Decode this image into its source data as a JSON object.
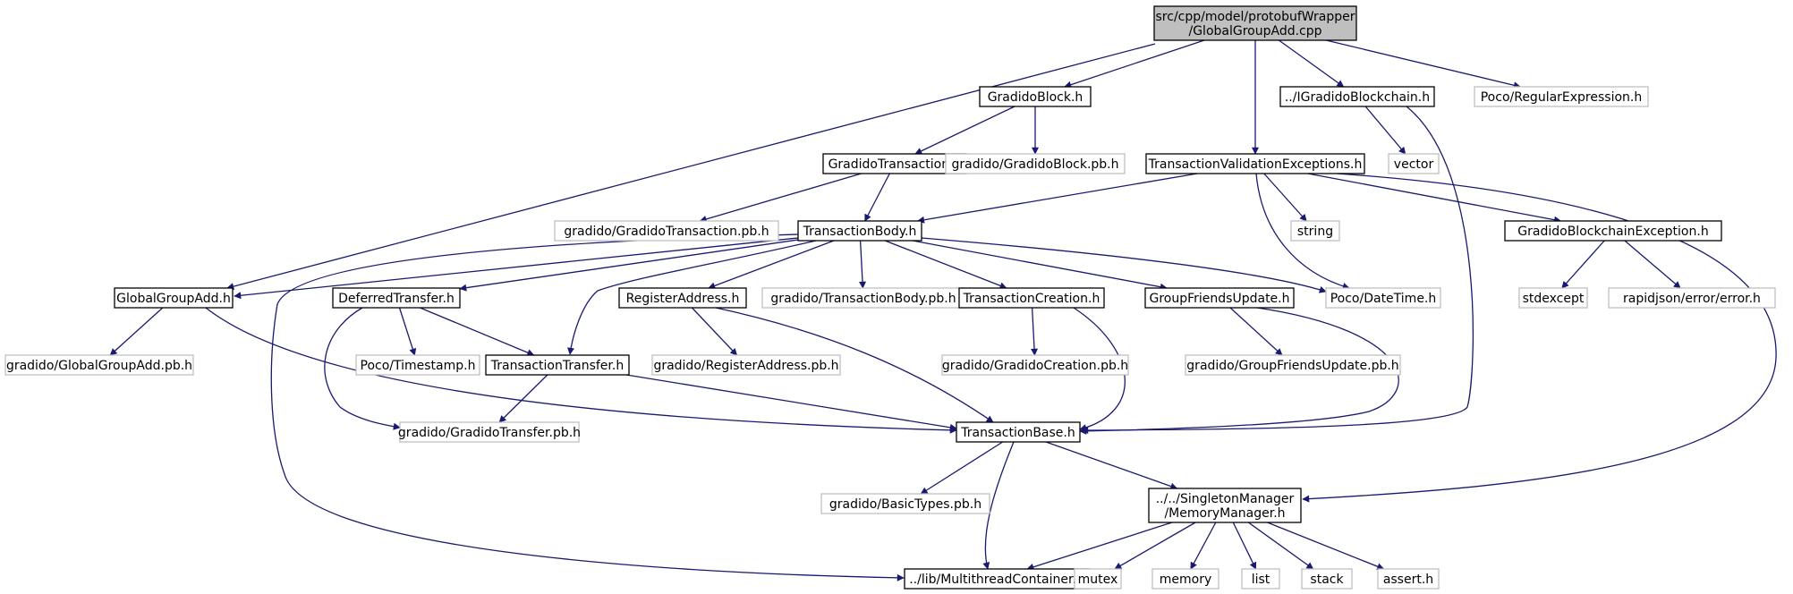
{
  "diagram": {
    "type": "include-dependency-graph",
    "colors": {
      "edge": "#191970",
      "root_fill": "#bfbfbf",
      "project_border": "#000000",
      "external_border": "#bfbfbf",
      "background": "#ffffff"
    },
    "nodes": [
      {
        "id": "root",
        "lines": [
          "src/cpp/model/protobufWrapper",
          "/GlobalGroupAdd.cpp"
        ],
        "kind": "root"
      },
      {
        "id": "gradido-block-h",
        "lines": [
          "GradidoBlock.h"
        ],
        "kind": "project"
      },
      {
        "id": "tx-validation-exceptions-h",
        "lines": [
          "TransactionValidationExceptions.h"
        ],
        "kind": "project"
      },
      {
        "id": "igradido-blockchain-h",
        "lines": [
          "../IGradidoBlockchain.h"
        ],
        "kind": "project"
      },
      {
        "id": "poco-regex-h",
        "lines": [
          "Poco/RegularExpression.h"
        ],
        "kind": "external"
      },
      {
        "id": "gradido-transaction-h",
        "lines": [
          "GradidoTransaction.h"
        ],
        "kind": "project"
      },
      {
        "id": "gradido-block-pb-h",
        "lines": [
          "gradido/GradidoBlock.pb.h"
        ],
        "kind": "external"
      },
      {
        "id": "vector",
        "lines": [
          "vector"
        ],
        "kind": "external"
      },
      {
        "id": "gradido-transaction-pb-h",
        "lines": [
          "gradido/GradidoTransaction.pb.h"
        ],
        "kind": "external"
      },
      {
        "id": "transaction-body-h",
        "lines": [
          "TransactionBody.h"
        ],
        "kind": "project"
      },
      {
        "id": "string",
        "lines": [
          "string"
        ],
        "kind": "external"
      },
      {
        "id": "gradido-blockchain-exception-h",
        "lines": [
          "GradidoBlockchainException.h"
        ],
        "kind": "project"
      },
      {
        "id": "global-group-add-h",
        "lines": [
          "GlobalGroupAdd.h"
        ],
        "kind": "project"
      },
      {
        "id": "deferred-transfer-h",
        "lines": [
          "DeferredTransfer.h"
        ],
        "kind": "project"
      },
      {
        "id": "register-address-h",
        "lines": [
          "RegisterAddress.h"
        ],
        "kind": "project"
      },
      {
        "id": "gradido-transaction-body-pb-h",
        "lines": [
          "gradido/TransactionBody.pb.h"
        ],
        "kind": "external"
      },
      {
        "id": "transaction-creation-h",
        "lines": [
          "TransactionCreation.h"
        ],
        "kind": "project"
      },
      {
        "id": "group-friends-update-h",
        "lines": [
          "GroupFriendsUpdate.h"
        ],
        "kind": "project"
      },
      {
        "id": "poco-datetime-h",
        "lines": [
          "Poco/DateTime.h"
        ],
        "kind": "external"
      },
      {
        "id": "stdexcept",
        "lines": [
          "stdexcept"
        ],
        "kind": "external"
      },
      {
        "id": "rapidjson-error-h",
        "lines": [
          "rapidjson/error/error.h"
        ],
        "kind": "external"
      },
      {
        "id": "gradido-global-group-add-pb-h",
        "lines": [
          "gradido/GlobalGroupAdd.pb.h"
        ],
        "kind": "external"
      },
      {
        "id": "poco-timestamp-h",
        "lines": [
          "Poco/Timestamp.h"
        ],
        "kind": "external"
      },
      {
        "id": "transaction-transfer-h",
        "lines": [
          "TransactionTransfer.h"
        ],
        "kind": "project"
      },
      {
        "id": "gradido-register-address-pb-h",
        "lines": [
          "gradido/RegisterAddress.pb.h"
        ],
        "kind": "external"
      },
      {
        "id": "gradido-creation-pb-h",
        "lines": [
          "gradido/GradidoCreation.pb.h"
        ],
        "kind": "external"
      },
      {
        "id": "gradido-group-friends-update-pb-h",
        "lines": [
          "gradido/GroupFriendsUpdate.pb.h"
        ],
        "kind": "external"
      },
      {
        "id": "gradido-transfer-pb-h",
        "lines": [
          "gradido/GradidoTransfer.pb.h"
        ],
        "kind": "external"
      },
      {
        "id": "transaction-base-h",
        "lines": [
          "TransactionBase.h"
        ],
        "kind": "project"
      },
      {
        "id": "gradido-basic-types-pb-h",
        "lines": [
          "gradido/BasicTypes.pb.h"
        ],
        "kind": "external"
      },
      {
        "id": "memory-manager-h",
        "lines": [
          "../../SingletonManager",
          "/MemoryManager.h"
        ],
        "kind": "project"
      },
      {
        "id": "multithread-container-h",
        "lines": [
          "../lib/MultithreadContainer.h"
        ],
        "kind": "project"
      },
      {
        "id": "mutex",
        "lines": [
          "mutex"
        ],
        "kind": "external"
      },
      {
        "id": "memory",
        "lines": [
          "memory"
        ],
        "kind": "external"
      },
      {
        "id": "list",
        "lines": [
          "list"
        ],
        "kind": "external"
      },
      {
        "id": "stack",
        "lines": [
          "stack"
        ],
        "kind": "external"
      },
      {
        "id": "assert-h",
        "lines": [
          "assert.h"
        ],
        "kind": "external"
      }
    ]
  }
}
